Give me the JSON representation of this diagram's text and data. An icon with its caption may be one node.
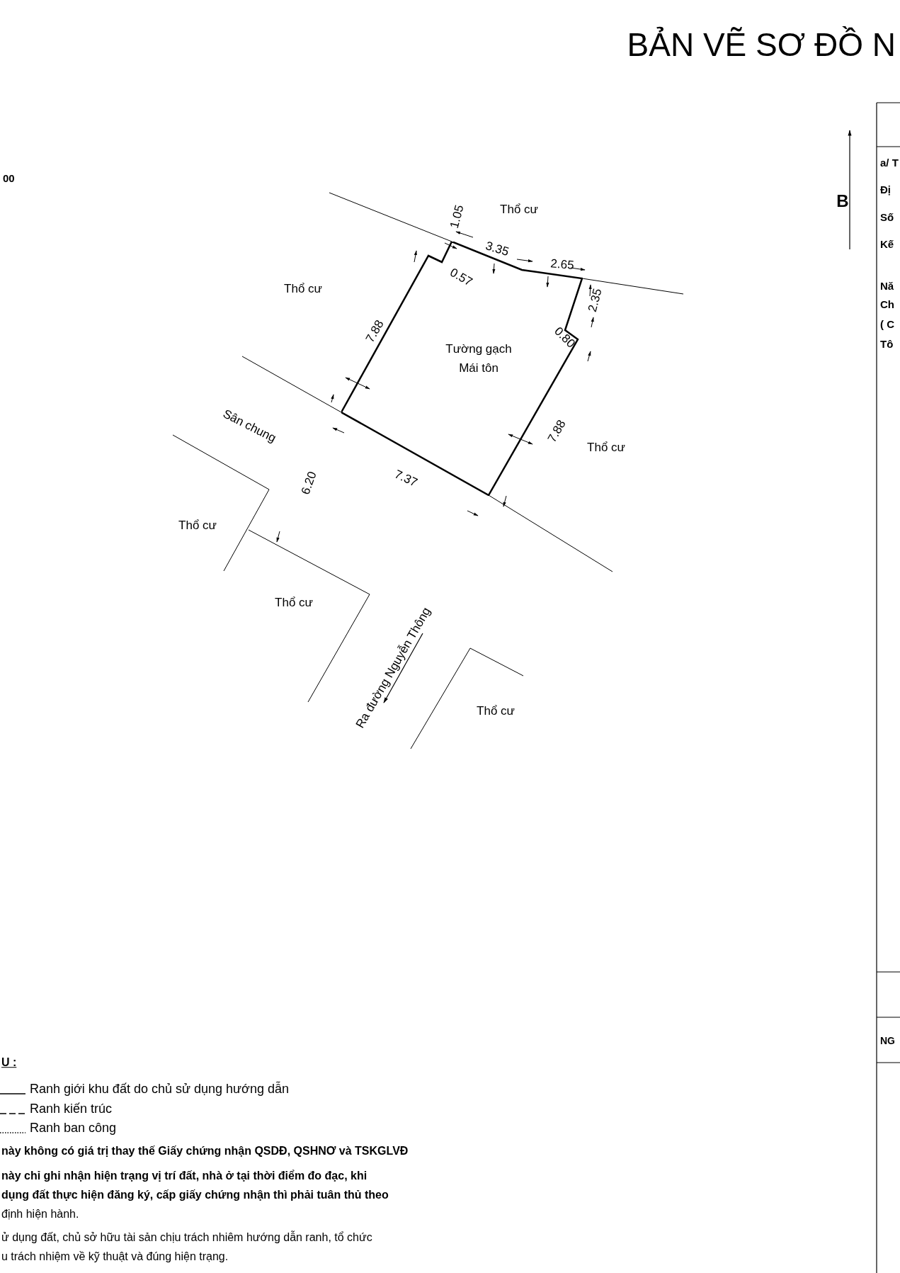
{
  "diagram": {
    "title": "BẢN VẼ SƠ ĐỒ N",
    "nodes": [
      {
        "text": [
          "Tường gạch",
          "Mái tôn"
        ]
      }
    ],
    "labels": [
      "00",
      "Thổ cư",
      "1.05",
      "3.35",
      "2.65",
      "0.57",
      "Thổ cư",
      "2.35",
      "7.88",
      "0.80",
      "Sân chung",
      "7.88",
      "Thổ cư",
      "6.20",
      "7.37",
      "Thổ cư",
      "Thổ cư",
      "Ra đường Nguyễn Thông",
      "Thổ cư",
      "B",
      "a/ T",
      "Đị",
      "Số",
      "Kế",
      "Nă",
      "Ch",
      "( C",
      "Tô",
      "NG",
      "U :",
      "này không có giá trị thay thế Giấy chứng nhận QSDĐ, QSHNƠ và TSKGLVĐ",
      "này chỉ ghi nhận hiện trạng vị trí đất, nhà ở tại thời điểm đo đạc, khi",
      "dụng đất thực hiện đăng ký, cấp giấy chứng nhận thì phải tuân thủ theo",
      "định hiện hành.",
      "ử dụng đất, chủ sở hữu tài sản chịu trách nhiêm hướng dẫn ranh, tổ chức",
      "u trách nhiệm về kỹ thuật và đúng hiện trạng."
    ],
    "legend": [
      {
        "text": "Ranh giới khu đất do chủ sử dụng hướng dẫn"
      },
      {
        "text": "Ranh kiến trúc"
      },
      {
        "text": "Ranh ban công"
      }
    ]
  }
}
